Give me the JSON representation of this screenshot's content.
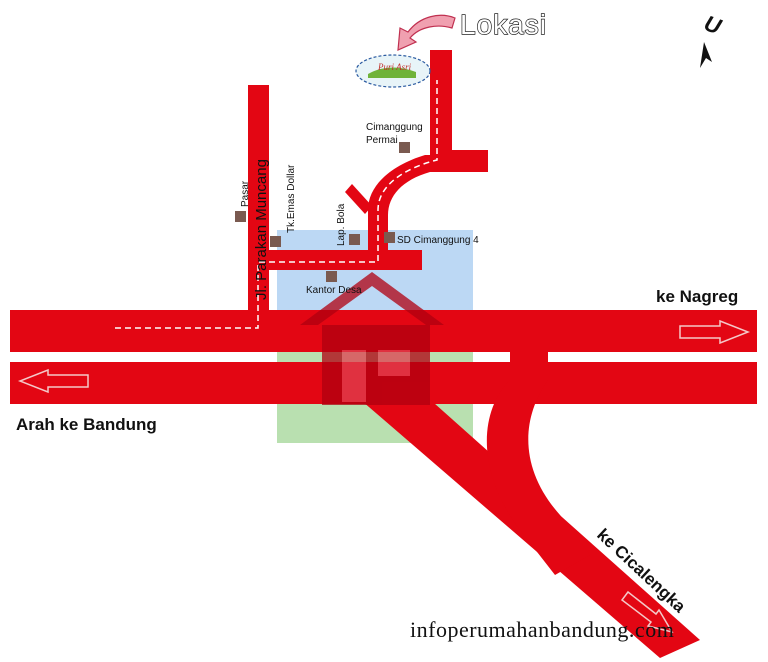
{
  "map": {
    "location_label": "Lokasi",
    "north_label": "U",
    "roads": {
      "east": "ke Nagreg",
      "west": "Arah ke Bandung",
      "southeast": "ke Cicalengka",
      "local": "Jl. Parakan Muncang"
    },
    "landmarks": [
      {
        "id": "cimanggung-permai",
        "label": "Cimanggung Permai"
      },
      {
        "id": "pasar",
        "label": "Pasar"
      },
      {
        "id": "tk-emas-dollar",
        "label": "Tk.Emas Dollar"
      },
      {
        "id": "lap-bola",
        "label": "Lap. Bola"
      },
      {
        "id": "sd-cimanggung-4",
        "label": "SD Cimanggung 4"
      },
      {
        "id": "kantor-desa",
        "label": "Kantor Desa"
      }
    ],
    "logo_text": "Puri Asri",
    "watermark": "infoperumahanbandung.com",
    "colors": {
      "road": "#e30613",
      "landmark": "#7a5a50",
      "house": "#b00010"
    }
  }
}
